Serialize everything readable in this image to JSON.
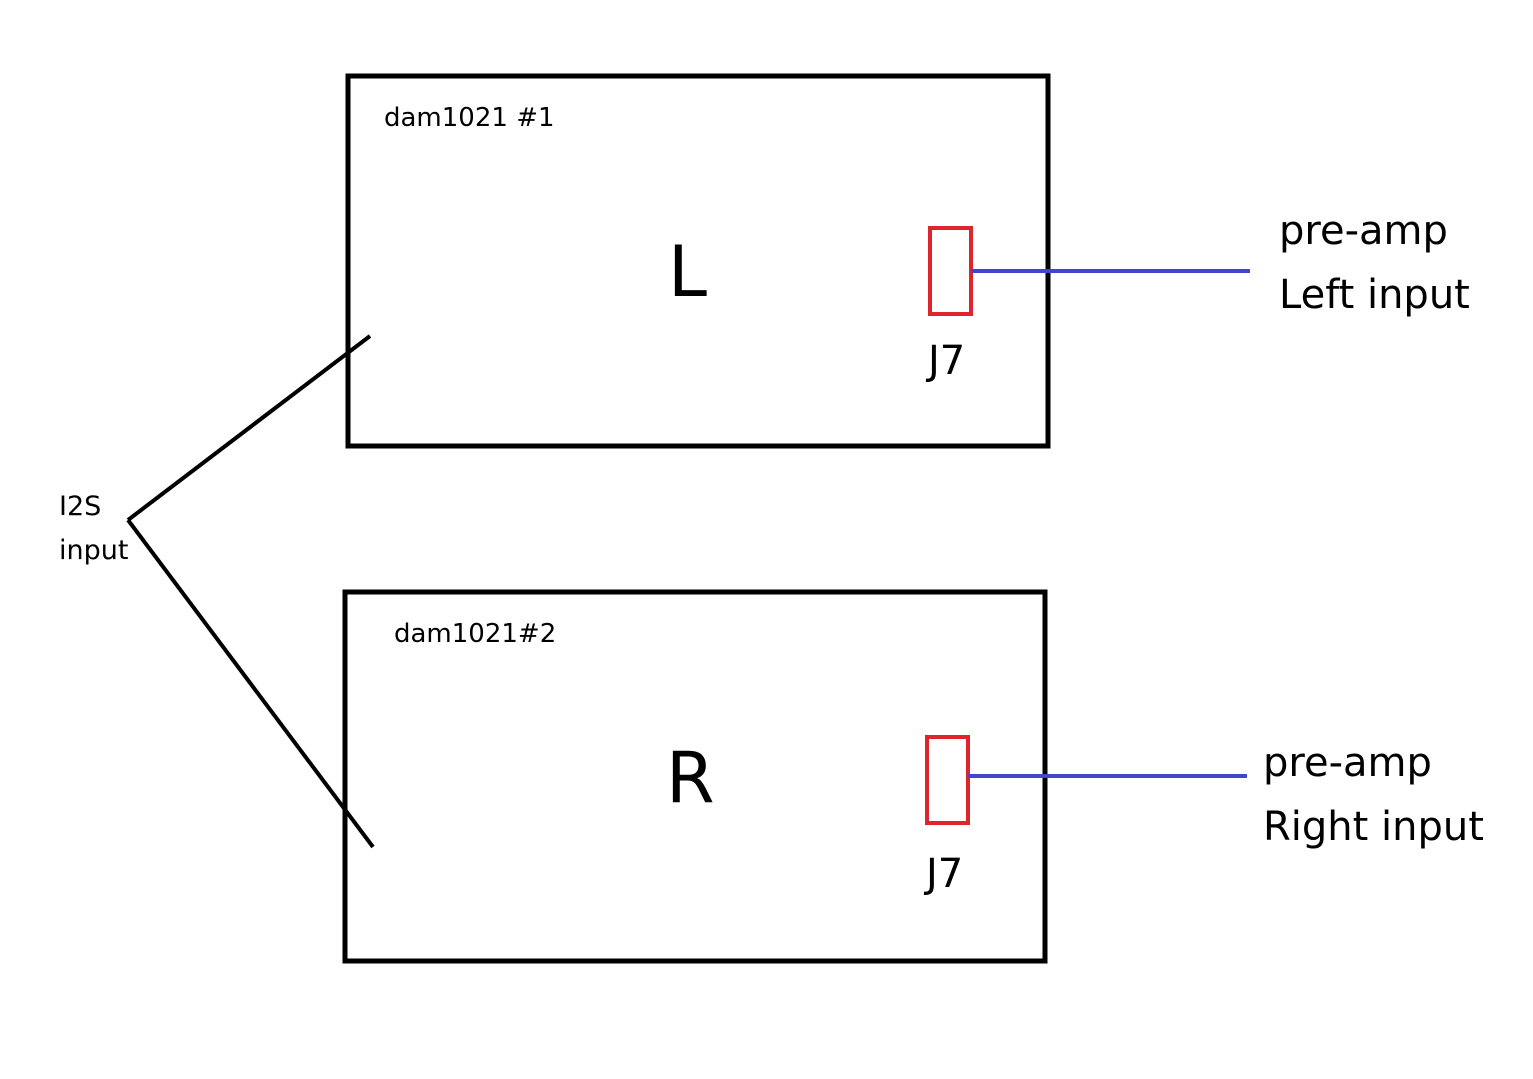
{
  "boards": [
    {
      "id": "board-1",
      "title": "dam1021 #1",
      "channel": "L",
      "connector": "J7"
    },
    {
      "id": "board-2",
      "title": "dam1021#2",
      "channel": "R",
      "connector": "J7"
    }
  ],
  "outputs": [
    {
      "line1": "pre-amp",
      "line2": "Left input"
    },
    {
      "line1": "pre-amp",
      "line2": "Right input"
    }
  ],
  "input": {
    "line1": "I2S",
    "line2": "input"
  },
  "colors": {
    "board_border": "#000000",
    "connector_border": "#e0242b",
    "signal_line": "#3f48cc",
    "input_line": "#000000"
  }
}
